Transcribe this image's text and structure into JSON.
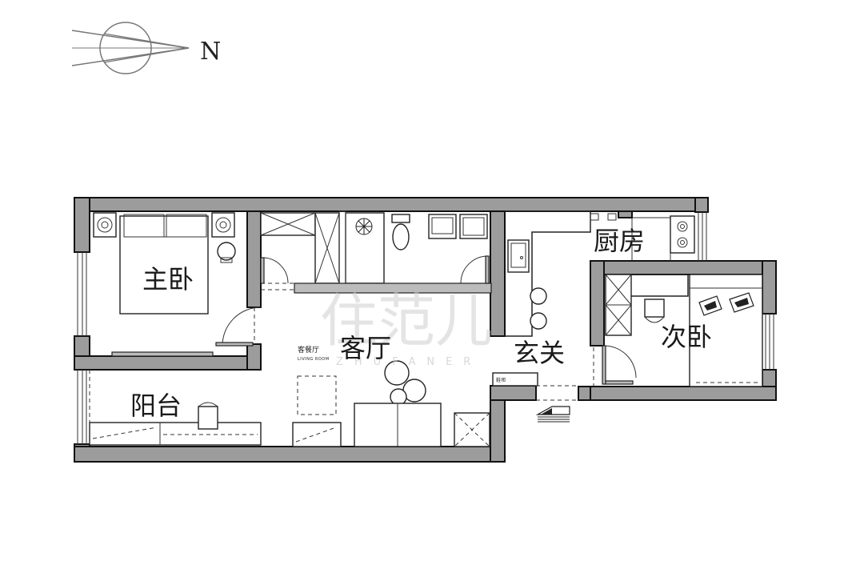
{
  "compass": {
    "label": "N"
  },
  "rooms": {
    "master_bedroom": "主卧",
    "living_room": "客厅",
    "dining_living": "客餐厅",
    "dining_living_en": "LIVING ROOM",
    "balcony": "阳台",
    "entrance": "玄关",
    "kitchen": "厨房",
    "second_bedroom": "次卧",
    "shoe_cabinet": "鞋柜"
  },
  "watermark": {
    "text": "住范儿",
    "sub": "ZHUFANER"
  }
}
